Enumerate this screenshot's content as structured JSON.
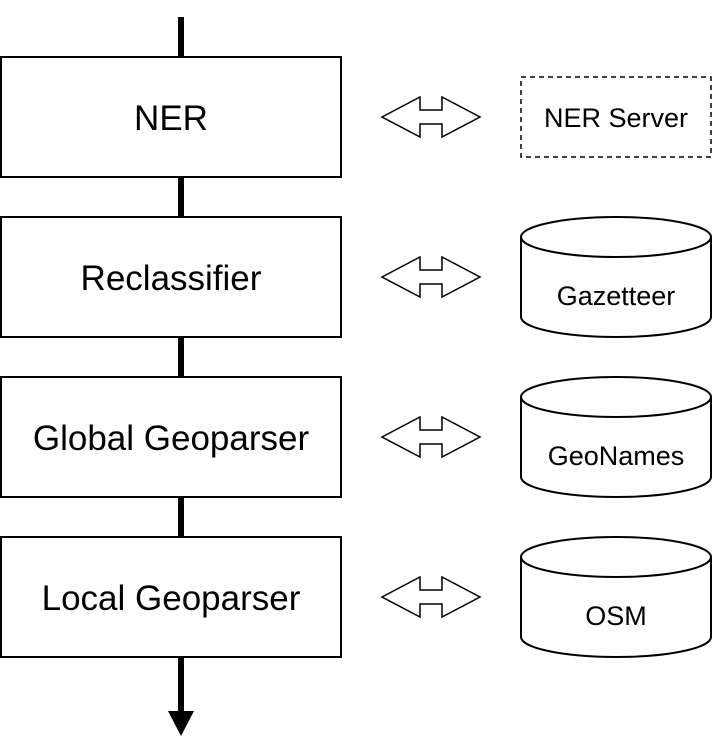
{
  "stages": [
    {
      "label": "NER"
    },
    {
      "label": "Reclassifier"
    },
    {
      "label": "Global Geoparser"
    },
    {
      "label": "Local Geoparser"
    }
  ],
  "resources": [
    {
      "label": "NER Server",
      "shape": "dashed-rectangle"
    },
    {
      "label": "Gazetteer",
      "shape": "cylinder"
    },
    {
      "label": "GeoNames",
      "shape": "cylinder"
    },
    {
      "label": "OSM",
      "shape": "cylinder"
    }
  ],
  "connector_icon": "double-headed-arrow-icon",
  "flow_direction": "top-to-bottom",
  "colors": {
    "stroke": "#000000",
    "fill": "#ffffff"
  }
}
